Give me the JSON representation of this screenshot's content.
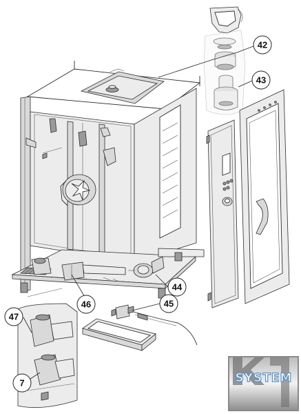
{
  "callouts": [
    {
      "id": "42",
      "label": "42"
    },
    {
      "id": "43",
      "label": "43"
    },
    {
      "id": "44",
      "label": "44"
    },
    {
      "id": "45",
      "label": "45"
    },
    {
      "id": "46",
      "label": "46"
    },
    {
      "id": "47",
      "label": "47"
    },
    {
      "id": "7",
      "label": "7"
    }
  ],
  "logo": {
    "text": "SYSTEM"
  },
  "colors": {
    "line": "#2b2b2b",
    "panel": "#d9d9d9",
    "logo_bg": "#8a8a8a",
    "logo_accent": "#5a8fc4"
  }
}
